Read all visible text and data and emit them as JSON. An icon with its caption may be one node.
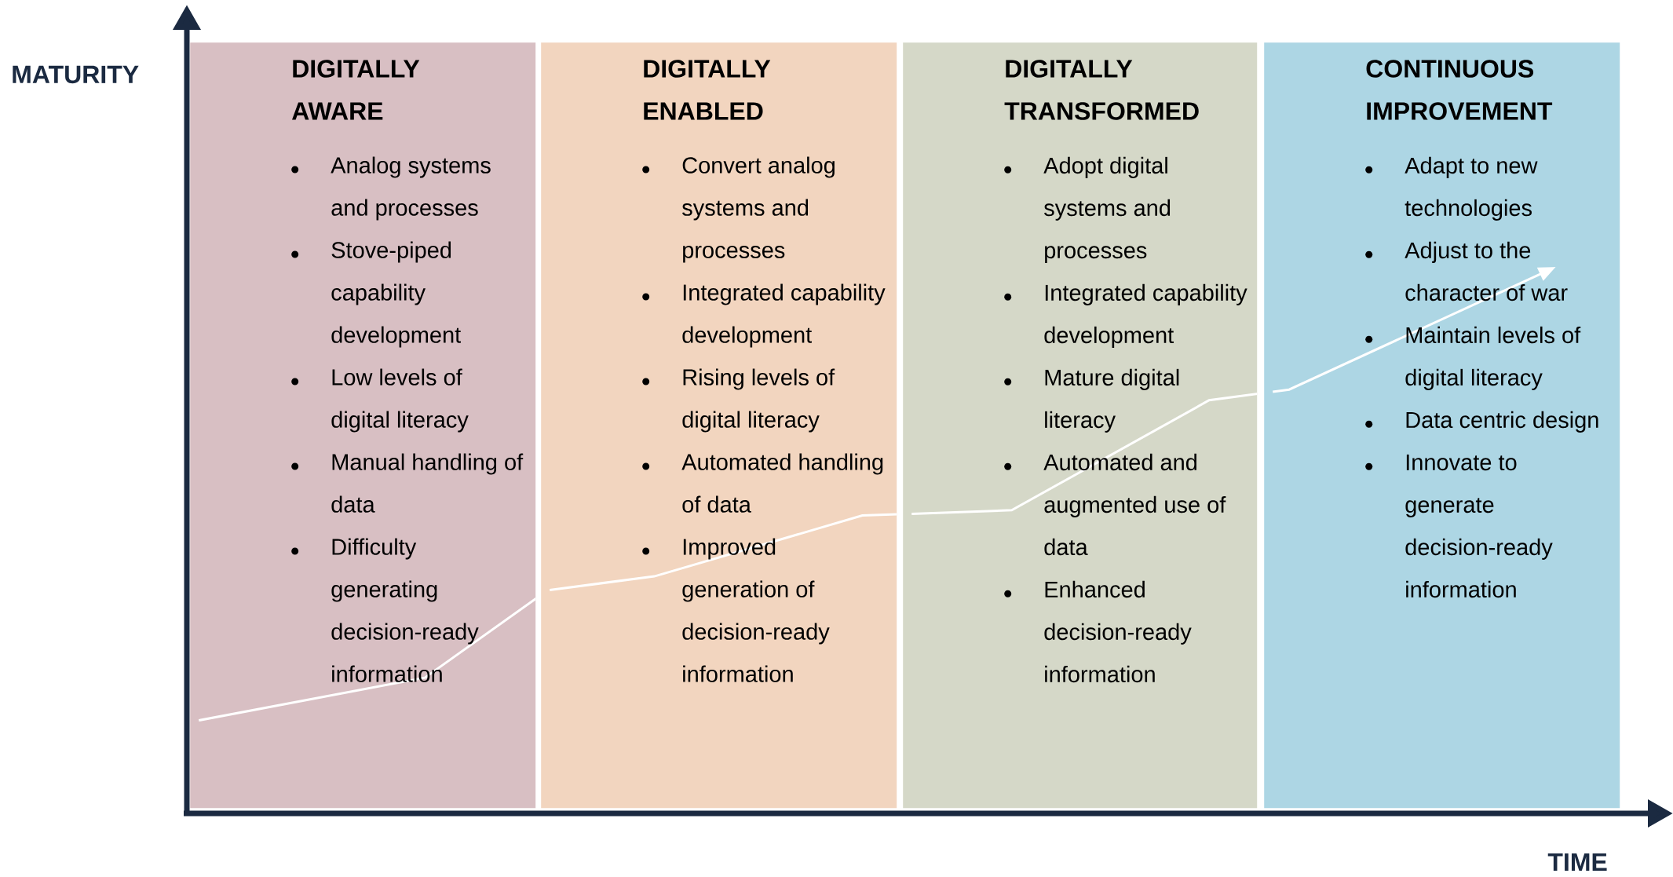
{
  "diagram": {
    "nodes": [
      {
        "text": [
          "DIGITALLY AWARE",
          "Analog systems and processes",
          "Stove-piped capability development",
          "Low levels of digital literacy",
          "Manual handling of data",
          "Difficulty generating decision-ready information"
        ]
      },
      {
        "text": [
          "DIGITALLY ENABLED",
          "Convert analog systems and processes",
          "Integrated capability development",
          "Rising levels of digital literacy",
          "Automated handling of data",
          "Improved generation of decision-ready information"
        ]
      },
      {
        "text": [
          "DIGITALLY TRANSFORMED",
          "Adopt digital systems and processes",
          "Integrated capability development",
          "Mature digital literacy",
          "Automated and augmented use of data",
          "Enhanced decision-ready information"
        ]
      },
      {
        "text": [
          "CONTINUOUS IMPROVEMENT",
          "Adapt to new technologies",
          "Adjust to the character of war",
          "Maintain levels of digital literacy",
          "Data centric design",
          "Innovate to generate decision-ready information"
        ]
      }
    ],
    "labels": [
      "MATURITY",
      "TIME"
    ]
  }
}
